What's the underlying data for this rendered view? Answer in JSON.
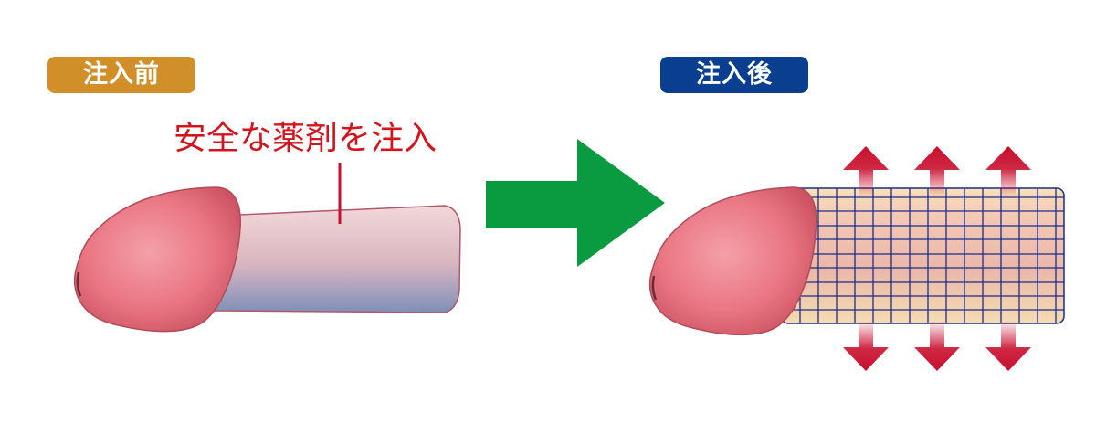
{
  "labels": {
    "before": "注入前",
    "after": "注入後",
    "annotation": "安全な薬剤を注入"
  },
  "colors": {
    "before_badge": "#d18f2a",
    "after_badge": "#0a3f8f",
    "annotation_text": "#d4141d",
    "annotation_line": "#c8102e",
    "arrow_green": "#0a9a3f",
    "expansion_arrow": "#c8102e",
    "glans": "#e9707d",
    "grid_line": "#1b2d8c",
    "grid_fill": "#f2d9a8"
  },
  "icons": {
    "process_arrow": "right-arrow-icon",
    "expansion_arrows": "up-down-arrow-icon"
  }
}
